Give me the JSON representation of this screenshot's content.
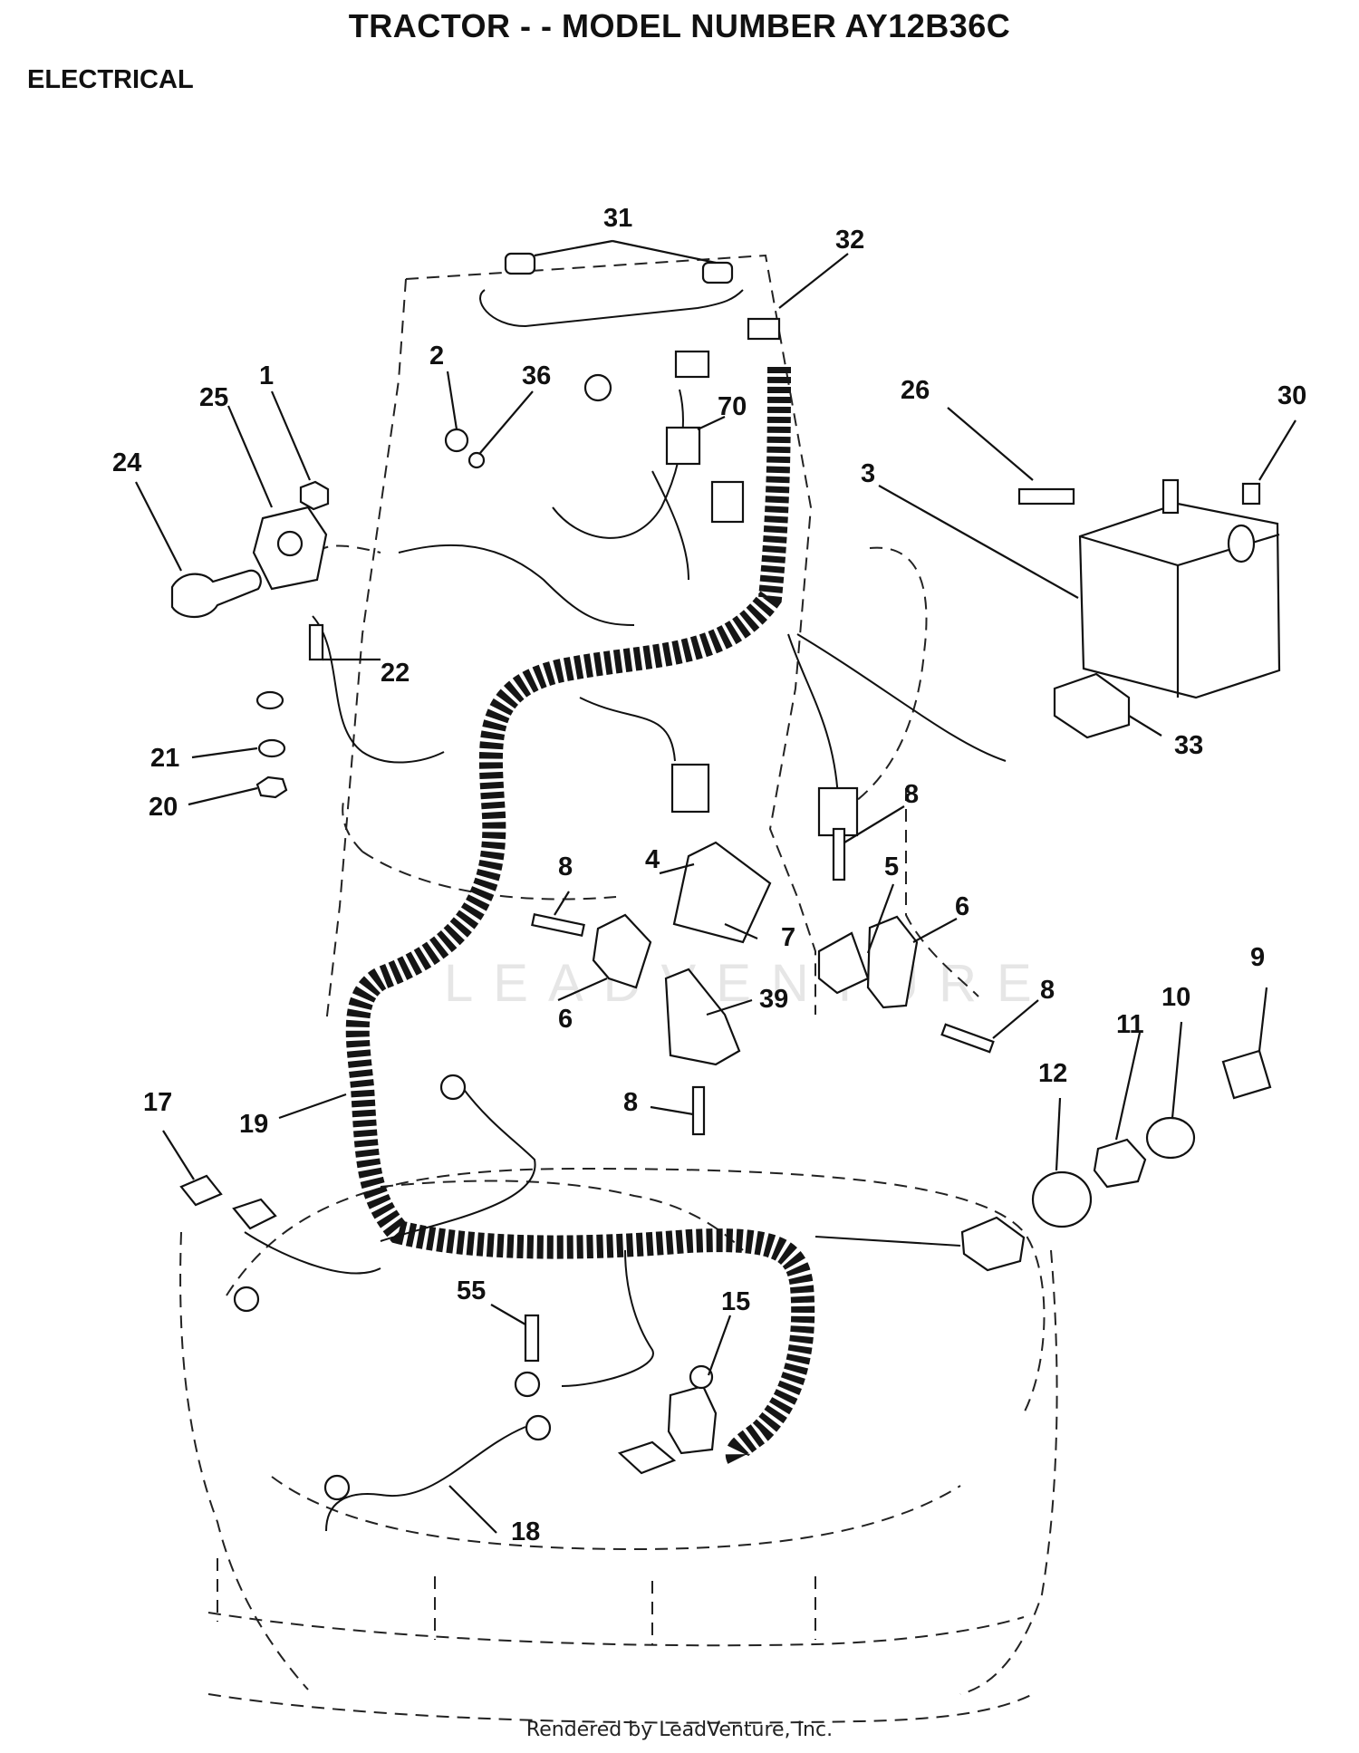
{
  "header": {
    "title": "TRACTOR - - MODEL NUMBER AY12B36C",
    "section": "ELECTRICAL"
  },
  "watermark": "LEADVENTURE",
  "footer": "Rendered by LeadVenture, Inc.",
  "callouts": [
    "31",
    "32",
    "2",
    "36",
    "70",
    "26",
    "30",
    "1",
    "25",
    "24",
    "3",
    "22",
    "21",
    "20",
    "33",
    "8",
    "4",
    "5",
    "6",
    "7",
    "39",
    "9",
    "10",
    "11",
    "12",
    "17",
    "19",
    "55",
    "15",
    "18"
  ]
}
